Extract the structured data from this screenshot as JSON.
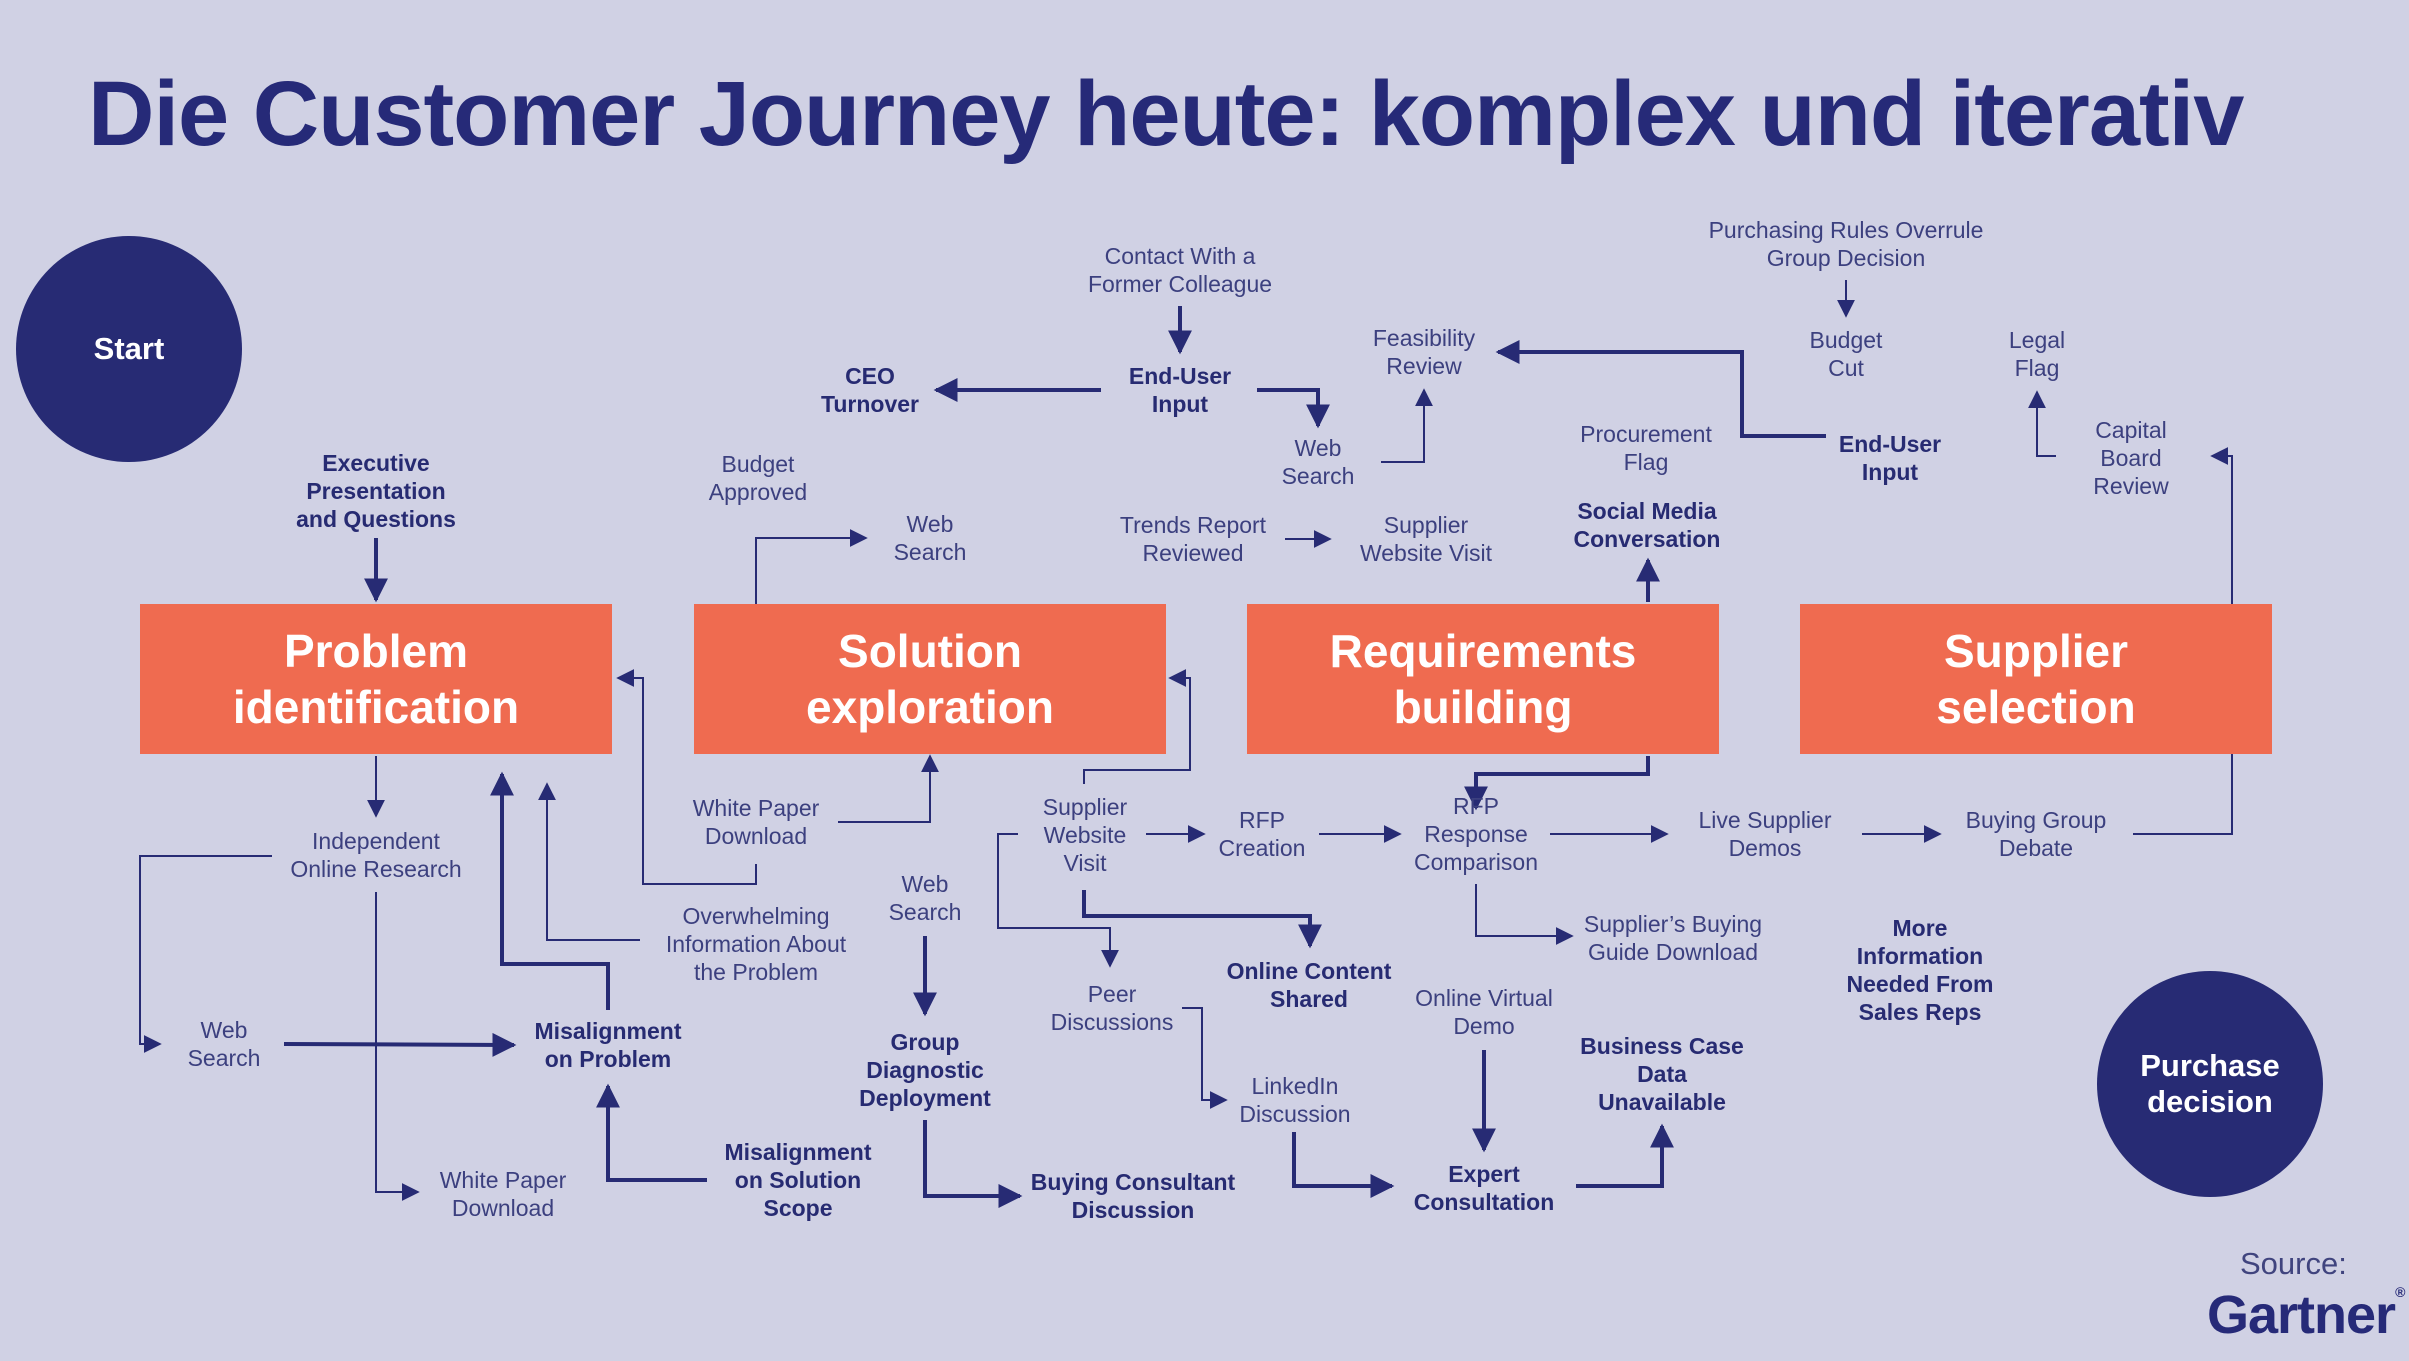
{
  "title": "Die Customer Journey heute: komplex und iterativ",
  "start_label": "Start",
  "end_label": "Purchase\ndecision",
  "stages": {
    "problem": "Problem\nidentification",
    "solution": "Solution\nexploration",
    "requirements": "Requirements\nbuilding",
    "supplier": "Supplier\nselection"
  },
  "nodes": {
    "exec_presentation": "Executive\nPresentation\nand Questions",
    "independent_research": "Independent\nOnline Research",
    "web_search_left": "Web\nSearch",
    "misalignment_problem": "Misalignment\non Problem",
    "white_paper_left": "White Paper\nDownload",
    "misalignment_scope": "Misalignment\non Solution\nScope",
    "overwhelming_info": "Overwhelming\nInformation About\nthe Problem",
    "white_paper_mid": "White Paper\nDownload",
    "budget_approved": "Budget\nApproved",
    "web_search_sol": "Web\nSearch",
    "web_search_group": "Web\nSearch",
    "group_diagnostic": "Group\nDiagnostic\nDeployment",
    "buying_consultant": "Buying Consultant\nDiscussion",
    "ceo_turnover": "CEO\nTurnover",
    "contact_colleague": "Contact With a\nFormer Colleague",
    "end_user_input_1": "End-User\nInput",
    "web_search_top": "Web\nSearch",
    "feasibility_review": "Feasibility\nReview",
    "trends_report": "Trends Report\nReviewed",
    "supplier_visit_top": "Supplier\nWebsite Visit",
    "supplier_visit_low": "Supplier\nWebsite\nVisit",
    "rfp_creation": "RFP\nCreation",
    "rfp_response": "RFP\nResponse\nComparison",
    "peer_discussions": "Peer\nDiscussions",
    "online_content": "Online Content\nShared",
    "linkedin": "LinkedIn\nDiscussion",
    "online_demo": "Online Virtual\nDemo",
    "expert_consultation": "Expert\nConsultation",
    "business_case": "Business Case\nData\nUnavailable",
    "buying_guide": "Supplier’s Buying\nGuide Download",
    "live_demos": "Live Supplier\nDemos",
    "buying_group_debate": "Buying Group\nDebate",
    "procurement_flag": "Procurement\nFlag",
    "social_media": "Social Media\nConversation",
    "purchasing_rules": "Purchasing Rules Overrule\nGroup Decision",
    "budget_cut": "Budget\nCut",
    "end_user_input_2": "End-User\nInput",
    "legal_flag": "Legal\nFlag",
    "capital_board": "Capital\nBoard\nReview",
    "more_info": "More\nInformation\nNeeded From\nSales Reps"
  },
  "source_label": "Source:",
  "brand": "Gartner",
  "colors": {
    "background": "#d0d1e4",
    "navy": "#272b74",
    "stage_orange": "#ef6b50"
  }
}
